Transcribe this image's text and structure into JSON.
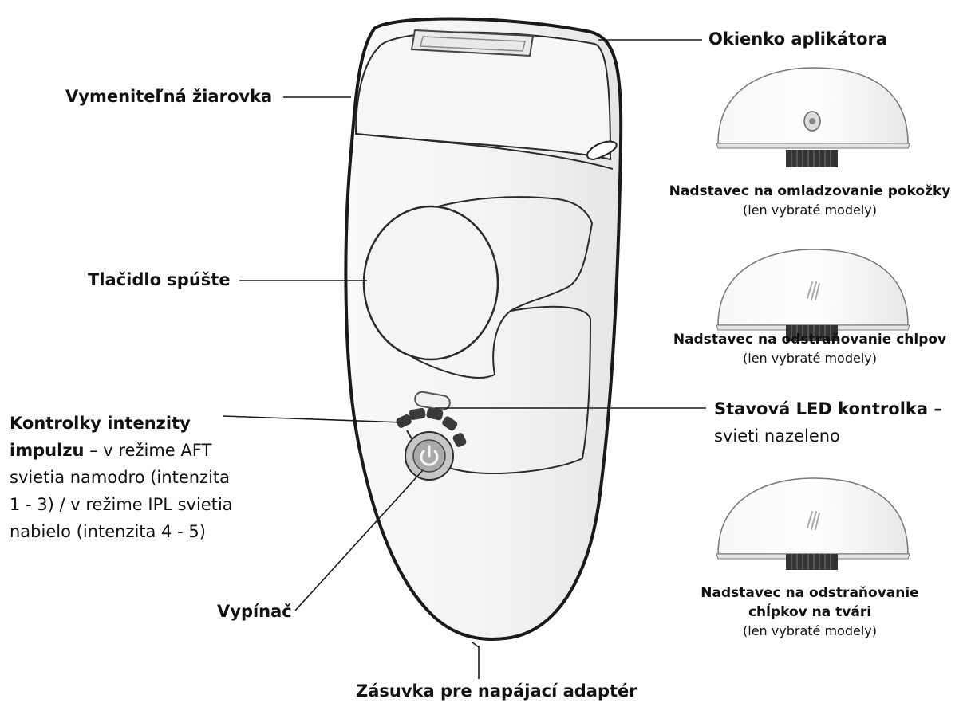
{
  "labels": {
    "applicator_window": "Okienko aplikátora",
    "replaceable_bulb": "Vymeniteľná žiarovka",
    "trigger_button": "Tlačidlo spúšte",
    "intensity_title_1": "Kontrolky intenzity",
    "intensity_title_2": "impulzu",
    "intensity_line_2_rest": " – v režime AFT",
    "intensity_line_3": "svietia namodro (intenzita",
    "intensity_line_4": "1 - 3) / v režime IPL svietia",
    "intensity_line_5": "nabielo (intenzita 4 - 5)",
    "status_led_title": "Stavová LED kontrolka –",
    "status_led_sub": "svieti nazeleno",
    "power_switch": "Vypínač",
    "power_socket": "Zásuvka pre napájací adaptér"
  },
  "attachments": [
    {
      "title": "Nadstavec na omladzovanie pokožky",
      "note": "(len vybraté modely)",
      "icon": "skin-rejuvenation-sensor-icon"
    },
    {
      "title": "Nadstavec na odstraňovanie chlpov",
      "note": "(len vybraté modely)",
      "icon": "hair-removal-stripes-icon"
    },
    {
      "title_line_1": "Nadstavec na odstraňovanie",
      "title_line_2": "chĺpkov na tvári",
      "note": "(len vybraté modely)",
      "icon": "facial-hair-stripes-icon"
    }
  ],
  "colors": {
    "line": "#1a1a1a",
    "device_fill": "#f4f4f4",
    "button_gray": "#b5b5b5",
    "led_dark": "#3a3a3a"
  }
}
